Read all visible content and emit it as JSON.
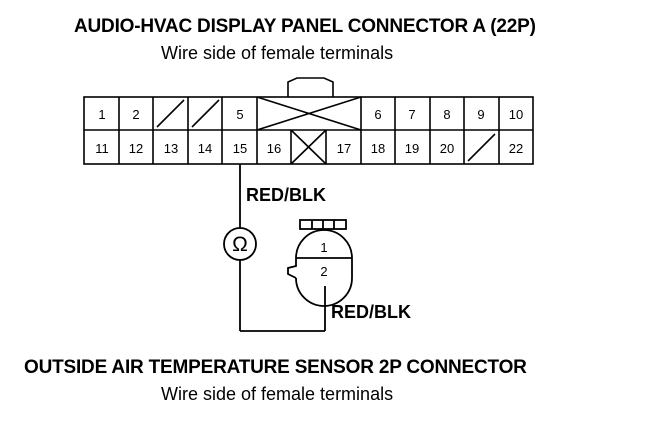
{
  "top_connector": {
    "title": "AUDIO-HVAC DISPLAY PANEL CONNECTOR A (22P)",
    "subtitle": "Wire side of female terminals",
    "row1": [
      "1",
      "2",
      "",
      "",
      "5",
      "",
      "",
      "6",
      "7",
      "8",
      "9",
      "10"
    ],
    "row2": [
      "11",
      "12",
      "13",
      "14",
      "15",
      "16",
      "",
      "17",
      "18",
      "19",
      "20",
      "",
      "22"
    ]
  },
  "wire_labels": {
    "upper": "RED/BLK",
    "lower": "RED/BLK"
  },
  "resistance_symbol": "Ω",
  "sensor_connector": {
    "title": "OUTSIDE AIR TEMPERATURE SENSOR 2P CONNECTOR",
    "subtitle": "Wire side of female terminals",
    "pins": [
      "1",
      "2"
    ]
  }
}
